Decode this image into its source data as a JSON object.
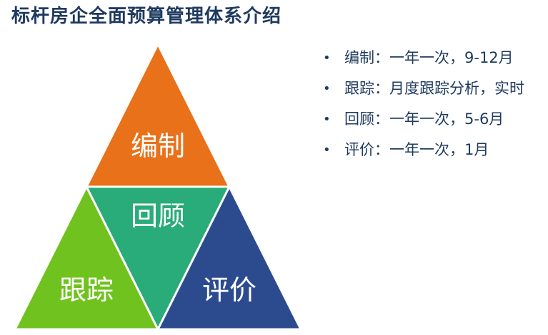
{
  "title": "标杆房企全面预算管理体系介绍",
  "diagram": {
    "top": {
      "label": "编制",
      "color": "#e8711a"
    },
    "center": {
      "label": "回顾",
      "color": "#2aab7a"
    },
    "left": {
      "label": "跟踪",
      "color": "#70c21e"
    },
    "right": {
      "label": "评价",
      "color": "#2c4b8f"
    },
    "edge_color": "#ffffff"
  },
  "bullets": [
    {
      "text": "编制：一年一次，9-12月"
    },
    {
      "text": "跟踪：月度跟踪分析，实时"
    },
    {
      "text": "回顾：一年一次，5-6月"
    },
    {
      "text": "评价：一年一次，1月"
    }
  ],
  "icons": {
    "bullet": "bullet-dot-icon",
    "bullet_glyph": "•"
  }
}
